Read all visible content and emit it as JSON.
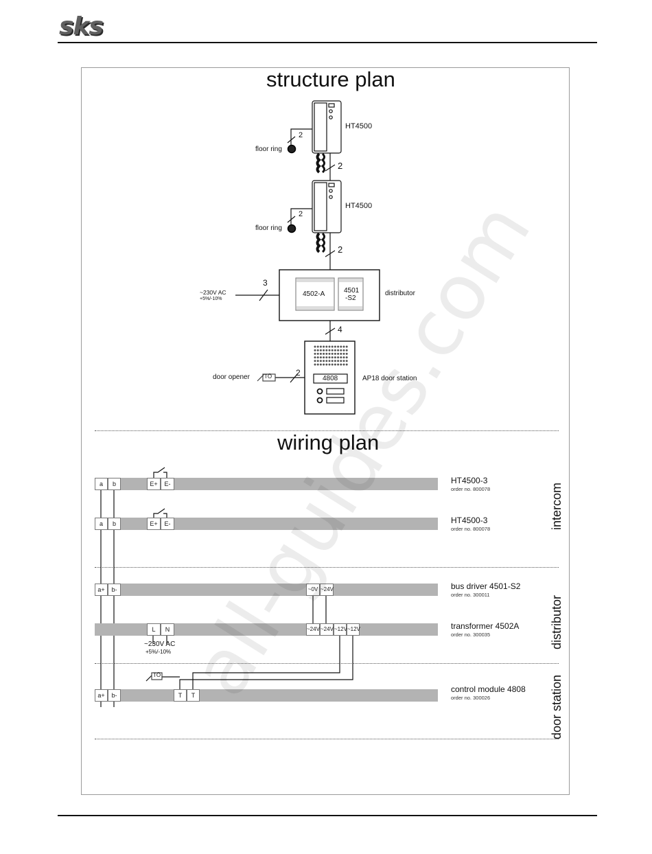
{
  "header": {
    "logo": "sks"
  },
  "structure_plan": {
    "title": "structure plan",
    "handset1": {
      "model": "HT4500",
      "floor_ring": "floor ring",
      "ring_wires": "2",
      "bus_wires": "2"
    },
    "handset2": {
      "model": "HT4500",
      "floor_ring": "floor ring",
      "ring_wires": "2",
      "bus_wires": "2"
    },
    "distributor": {
      "label": "distributor",
      "module_a": "4502-A",
      "module_b_line1": "4501",
      "module_b_line2": "-S2",
      "power": "~230V AC",
      "tolerance": "+5%/-10%",
      "power_wires": "3",
      "out_wires": "4"
    },
    "door_station": {
      "label": "AP18 door station",
      "display": "4808",
      "opener": "door opener",
      "opener_symbol": "TÖ",
      "opener_wires": "2"
    }
  },
  "wiring_plan": {
    "title": "wiring plan",
    "sections": {
      "intercom": "intercom",
      "distributor": "distributor",
      "door_station": "door station"
    },
    "rows": [
      {
        "title": "HT4500-3",
        "order": "order no. 800078",
        "t1": "a",
        "t2": "b",
        "t3": "E+",
        "t4": "E-"
      },
      {
        "title": "HT4500-3",
        "order": "order no. 800078",
        "t1": "a",
        "t2": "b",
        "t3": "E+",
        "t4": "E-"
      },
      {
        "title": "bus driver 4501-S2",
        "order": "order no. 300011",
        "t1": "a+",
        "t2": "b-",
        "t3": "~0V",
        "t4": "~24V"
      },
      {
        "title": "transformer 4502A",
        "order": "order no. 300035",
        "t1": "L",
        "t2": "N",
        "t3": "~24V",
        "t4": "~24V",
        "t5": "~12V",
        "t6": "~12V",
        "power": "~230V AC",
        "tolerance": "+5%/-10%"
      },
      {
        "title": "control module 4808",
        "order": "order no. 300026",
        "t1": "a+",
        "t2": "b-",
        "t3": "T",
        "t4": "T",
        "opener_symbol": "TÖ"
      }
    ]
  },
  "watermark": "all-guides.com"
}
